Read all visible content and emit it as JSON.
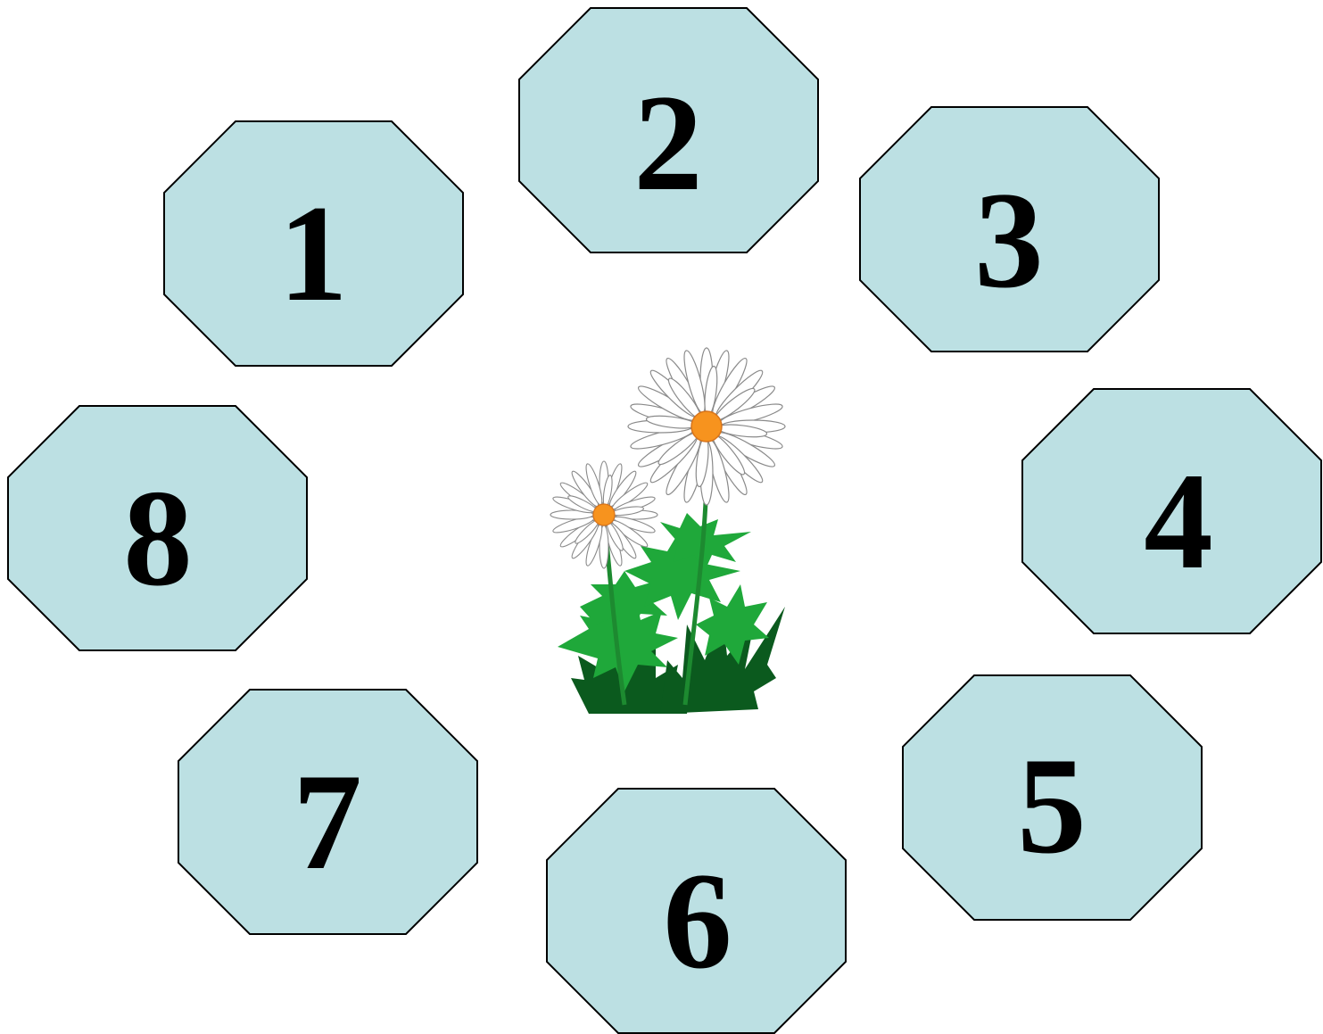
{
  "colors": {
    "background": "#ffffff",
    "tile_fill": "#bce0e3",
    "tile_stroke": "#000000",
    "label": "#000000",
    "petal": "#ffffff",
    "petal_stroke": "#8a8a8a",
    "flower_center": "#f7931e",
    "leaf_light": "#1fa83a",
    "leaf_dark": "#0b5a1e"
  },
  "tiles": [
    {
      "label": "1"
    },
    {
      "label": "2"
    },
    {
      "label": "3"
    },
    {
      "label": "4"
    },
    {
      "label": "5"
    },
    {
      "label": "6"
    },
    {
      "label": "7"
    },
    {
      "label": "8"
    }
  ],
  "illustration": {
    "icon": "daisy-flowers-icon"
  }
}
